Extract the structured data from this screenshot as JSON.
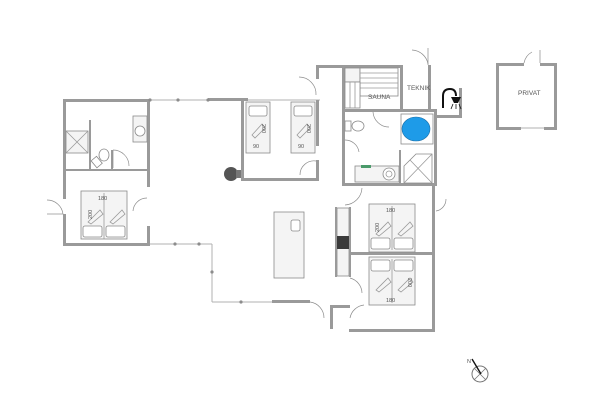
{
  "plan": {
    "rooms": {
      "sauna": "SAUNA",
      "teknik": "TEKNIK",
      "privat": "PRIVAT"
    },
    "beds": {
      "master_width": "180",
      "master_length": "200",
      "single1_width": "90",
      "single1_length": "200",
      "single2_width": "90",
      "single2_length": "200",
      "double_top_width": "180",
      "double_top_length": "200",
      "double_bottom_width": "180",
      "double_bottom_length": "200"
    },
    "icons": {
      "outdoor_shower": "shower-icon",
      "whirlpool": "bathtub-icon",
      "stove": "wood-stove-icon",
      "compass": "north-arrow-icon"
    },
    "compass_label": "N",
    "colors": {
      "wall": "#8c8c8c",
      "whirlpool": "#1e9be8",
      "appliance": "#3a3a3a"
    }
  }
}
